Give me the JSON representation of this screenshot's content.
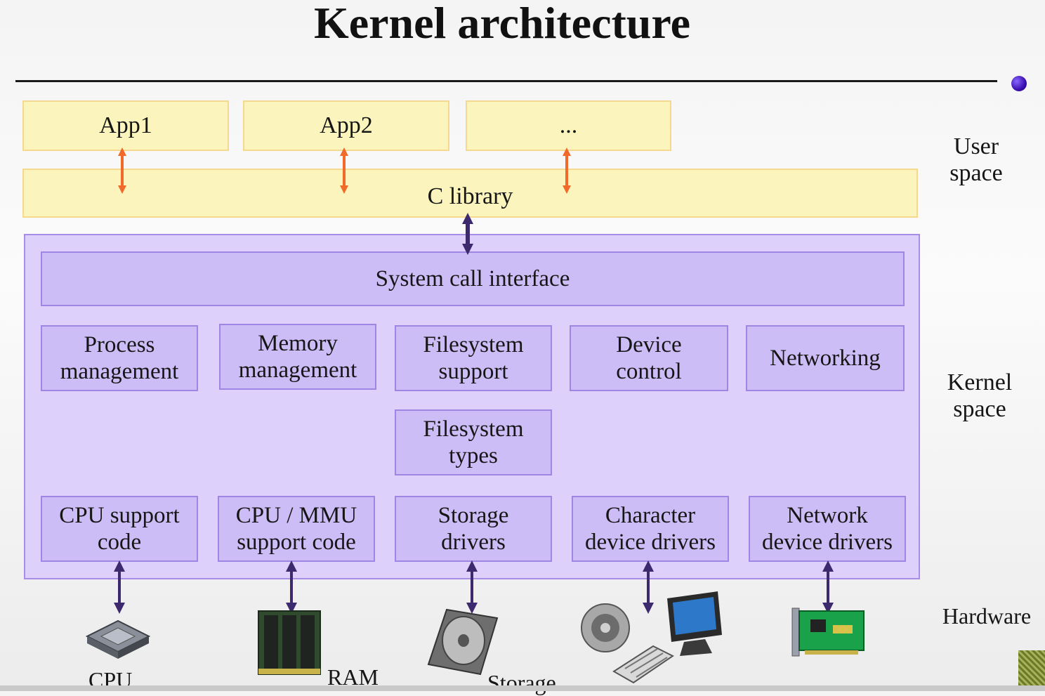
{
  "title": "Kernel architecture",
  "user_space": {
    "apps": [
      "App1",
      "App2",
      "..."
    ],
    "c_library": "C library"
  },
  "kernel_space": {
    "system_call_interface": "System call interface",
    "row1": [
      "Process\nmanagement",
      "Memory\nmanagement",
      "Filesystem\nsupport",
      "Device\ncontrol",
      "Networking"
    ],
    "filesystem_types": "Filesystem\ntypes",
    "row3": [
      "CPU support\ncode",
      "CPU / MMU\nsupport code",
      "Storage\ndrivers",
      "Character\ndevice drivers",
      "Network\ndevice drivers"
    ]
  },
  "side_labels": {
    "user_space": "User\nspace",
    "kernel_space": "Kernel\nspace",
    "hardware": "Hardware"
  },
  "hardware_labels": [
    "CPU",
    "RAM",
    "Storage"
  ],
  "colors": {
    "user_box_fill": "#fbf5bd",
    "kernel_fill": "#ddd0fb",
    "kernel_box_fill": "#cdbdf7",
    "user_arrow": "#f26a2a",
    "kernel_arrow": "#3d2a6e"
  }
}
